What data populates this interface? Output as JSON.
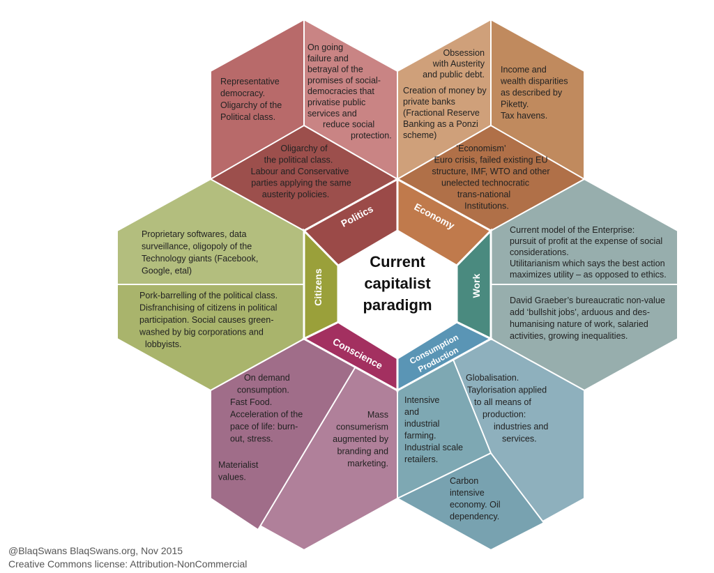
{
  "center": {
    "lines": [
      "Current",
      "capitalist",
      "paradigm"
    ]
  },
  "segments": {
    "politics": "Politics",
    "economy": "Economy",
    "work": "Work",
    "consumption": [
      "Consumption",
      "Production"
    ],
    "conscience": "Conscience",
    "citizens": "Citizens"
  },
  "politics": {
    "left": [
      "Representative",
      "democracy.",
      "Oligarchy of the",
      "Political class."
    ],
    "right": [
      "On going",
      "failure and",
      "betrayal of the",
      "promises of social-",
      "democracies that",
      "privatise public",
      "services and",
      "reduce social",
      "protection."
    ],
    "bottom": [
      "Oligarchy of",
      "the political class.",
      "Labour and  Conservative",
      "parties applying the same",
      "austerity policies."
    ]
  },
  "economy": {
    "left_top": [
      "Obsession",
      "with Austerity",
      "and public debt."
    ],
    "left_bottom": [
      "Creation of money by",
      "private banks",
      "(Fractional Reserve",
      "Banking as a Ponzi",
      "scheme)"
    ],
    "right": [
      "Income and",
      "wealth disparities",
      "as described by",
      "Piketty.",
      "Tax havens."
    ],
    "bottom": [
      "‘Economism’",
      "Euro crisis, failed existing EU",
      "structure, IMF, WTO and other",
      "unelected technocratic",
      "trans-national",
      "Institutions."
    ]
  },
  "work": {
    "top": [
      "Current model of the Enterprise:",
      "pursuit of profit at the expense of social",
      "considerations.",
      "Utilitarianism which says the best action",
      "maximizes utility – as opposed to ethics."
    ],
    "bottom": [
      "David Graeber’s bureaucratic non-value",
      "add ‘bullshit jobs’, arduous and des-",
      "humanising nature of work, salaried",
      "activities, growing inequalities."
    ]
  },
  "consumption": {
    "left": [
      "Intensive",
      "and",
      "industrial",
      "farming.",
      "Industrial scale",
      "retailers."
    ],
    "right": [
      "Globalisation.",
      "Taylorisation applied",
      "to all means of",
      "production:",
      "industries and",
      "services."
    ],
    "bottom": [
      "Carbon",
      "intensive",
      "economy. Oil",
      "dependency."
    ]
  },
  "conscience": {
    "left": [
      "On demand",
      "consumption.",
      "Fast Food.",
      "Acceleration of the",
      "pace of life: burn-",
      "out, stress."
    ],
    "left2": [
      "Materialist",
      "values."
    ],
    "right": [
      "Mass",
      "consumerism",
      "augmented by",
      "branding and",
      "marketing."
    ]
  },
  "citizens": {
    "top": [
      "Proprietary softwares, data",
      "surveillance, oligopoly of the",
      "Technology giants (Facebook,",
      "Google, etal)"
    ],
    "bottom": [
      "Pork-barrelling of the political class.",
      "Disfranchising of citizens in political",
      "participation. Social causes green-",
      "washed by big corporations and",
      "lobbyists."
    ]
  },
  "footer": {
    "line1": "@BlaqSwans BlaqSwans.org, Nov 2015",
    "line2": "Creative Commons license: Attribution-NonCommercial"
  },
  "colors": {
    "politics": "#b86a6a",
    "politics_light": "#c98484",
    "politics_dark": "#9c4f4c",
    "economy": "#c08a5e",
    "economy_light": "#cfa07a",
    "economy_dark": "#b07048",
    "work": "#97aead",
    "work_dark": "#4f8c82",
    "consumption": "#8eb0bd",
    "consumption_dark": "#5d8fa6",
    "conscience": "#a8738e",
    "conscience_dark": "#a0305a",
    "citizens": "#b3be7e",
    "citizens_dark": "#939a3c",
    "center_segment_politics": "#9b4a48",
    "center_segment_economy": "#c07a4c",
    "center_segment_work": "#4a8a7f",
    "center_segment_consumption": "#5a95b5",
    "center_segment_conscience": "#a33060",
    "center_segment_citizens": "#9aa03a"
  }
}
